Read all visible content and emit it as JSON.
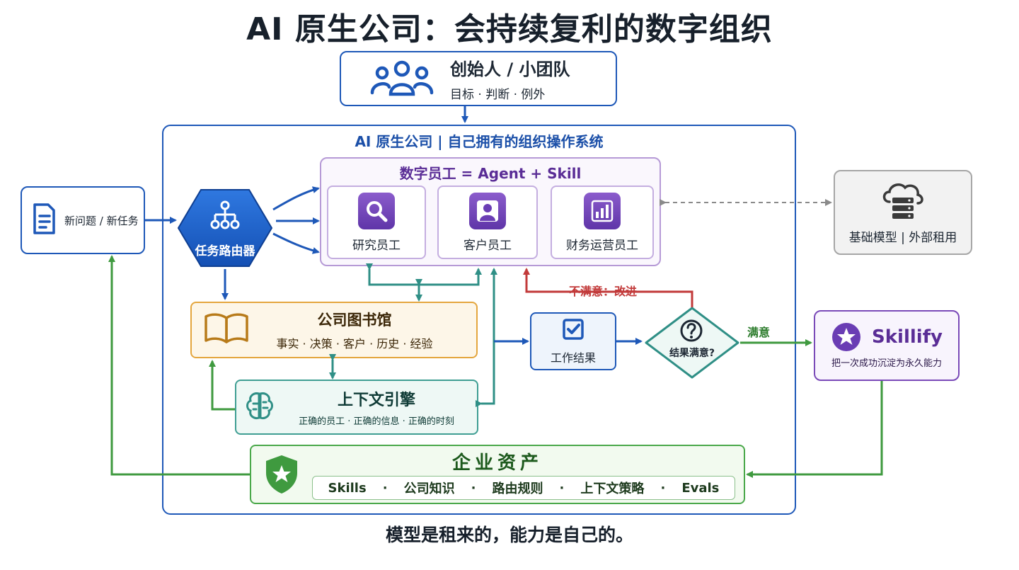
{
  "title": "AI 原生公司：会持续复利的数字组织",
  "footer": "模型是租来的，能力是自己的。",
  "founder": {
    "title": "创始人 / 小团队",
    "subtitle": "目标 · 判断 · 例外",
    "icon": "people-group-icon"
  },
  "org": {
    "title": "AI 原生公司 | 自己拥有的组织操作系统"
  },
  "input": {
    "label": "新问题 / 新任务",
    "icon": "document-icon"
  },
  "router": {
    "label": "任务路由器",
    "icon": "hierarchy-icon"
  },
  "employees": {
    "title": "数字员工 = Agent + Skill",
    "items": [
      {
        "label": "研究员工",
        "icon": "magnifier-icon"
      },
      {
        "label": "客户员工",
        "icon": "person-icon"
      },
      {
        "label": "财务运营员工",
        "icon": "bar-chart-icon"
      }
    ]
  },
  "model": {
    "label": "基础模型 | 外部租用",
    "icon": "cloud-server-icon"
  },
  "library": {
    "title": "公司图书馆",
    "subtitle": "事实 · 决策 · 客户 · 历史 · 经验",
    "icon": "open-book-icon"
  },
  "context": {
    "title": "上下文引擎",
    "subtitle": "正确的员工 · 正确的信息 · 正确的时刻",
    "icon": "brain-icon"
  },
  "result": {
    "label": "工作结果",
    "icon": "checkbox-icon"
  },
  "decision": {
    "label": "结果满意?",
    "icon": "question-icon",
    "yes_label": "满意",
    "no_label": "不满意：改进"
  },
  "skillify": {
    "name": "Skillify",
    "subtitle": "把一次成功沉淀为永久能力",
    "icon": "star-badge-icon"
  },
  "assets": {
    "title": "企业资产",
    "icon": "shield-star-icon",
    "items": [
      "Skills",
      "公司知识",
      "路由规则",
      "上下文策略",
      "Evals"
    ]
  },
  "colors": {
    "blue": "#1e58b8",
    "green": "#3f9a3f",
    "teal": "#2f8f86",
    "red": "#c23a3a",
    "purple": "#7a4ab8",
    "orange": "#e4a63e",
    "gray": "#8a8a8a"
  }
}
